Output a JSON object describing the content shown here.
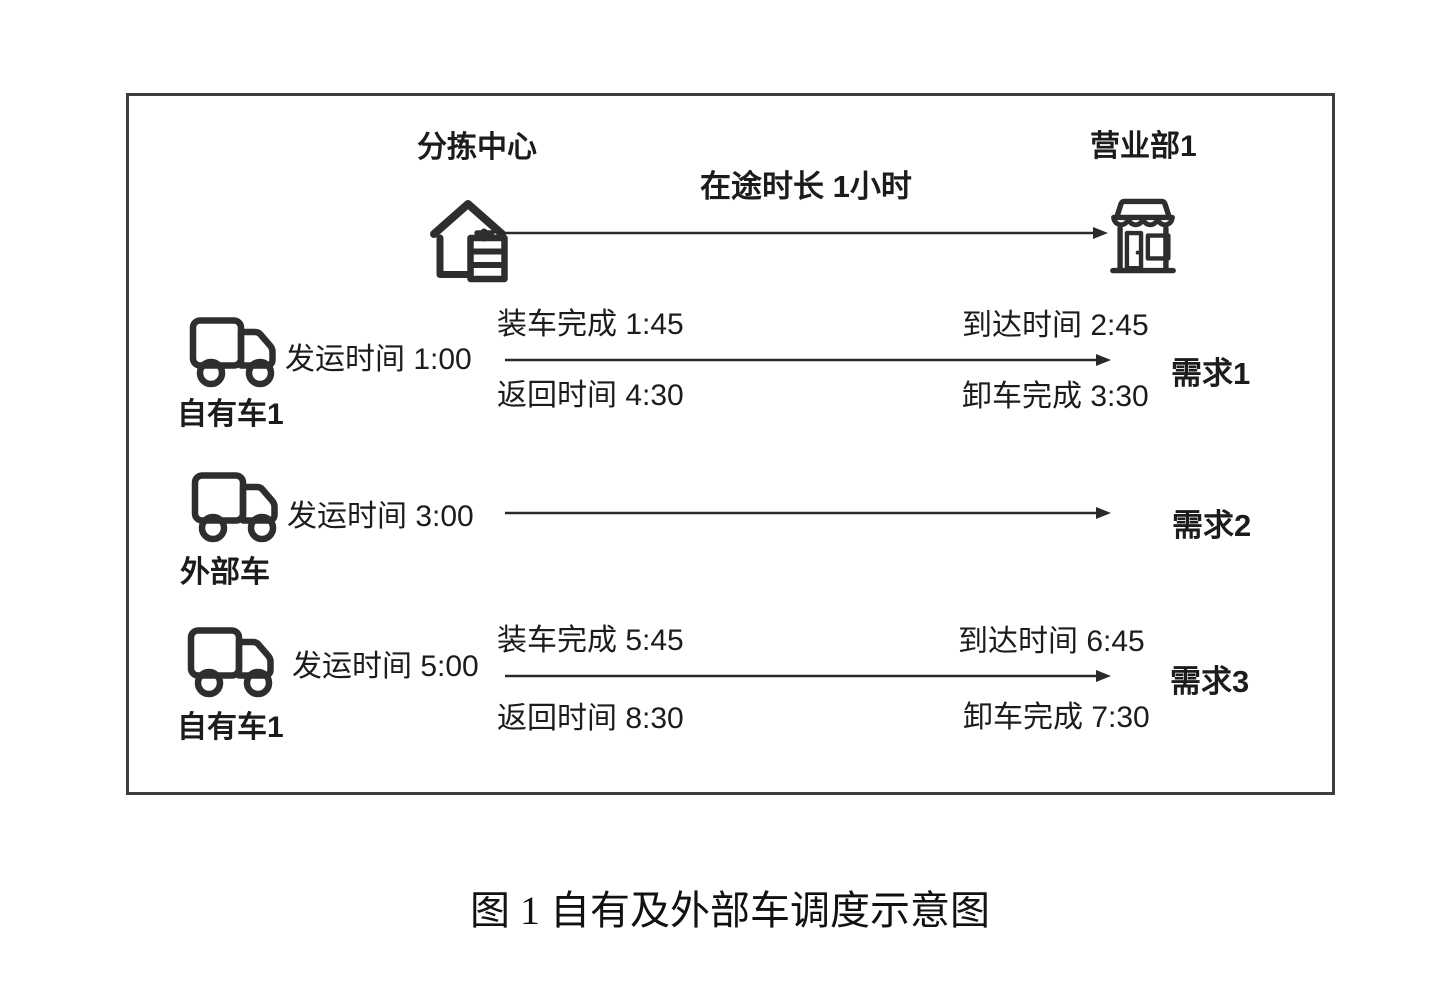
{
  "figure": {
    "caption": "图 1 自有及外部车调度示意图",
    "colors": {
      "border": "#3d3d3d",
      "line": "#2a2a2a",
      "icon": "#2e2e2e",
      "text": "#1c1c1c"
    }
  },
  "icons": {
    "origin": "warehouse-icon",
    "destination": "storefront-icon",
    "vehicle": "truck-icon"
  },
  "nodes": {
    "origin_label": "分拣中心",
    "destination_label": "营业部1",
    "transit_label": "在途时长 1小时"
  },
  "rows": [
    {
      "vehicle_label": "自有车1",
      "dispatch_label": "发运时间 1:00",
      "load_complete_label": "装车完成 1:45",
      "arrival_label": "到达时间 2:45",
      "return_label": "返回时间 4:30",
      "unload_complete_label": "卸车完成 3:30",
      "demand_label": "需求1"
    },
    {
      "vehicle_label": "外部车",
      "dispatch_label": "发运时间 3:00",
      "demand_label": "需求2"
    },
    {
      "vehicle_label": "自有车1",
      "dispatch_label": "发运时间 5:00",
      "load_complete_label": "装车完成 5:45",
      "arrival_label": "到达时间 6:45",
      "return_label": "返回时间 8:30",
      "unload_complete_label": "卸车完成 7:30",
      "demand_label": "需求3"
    }
  ]
}
